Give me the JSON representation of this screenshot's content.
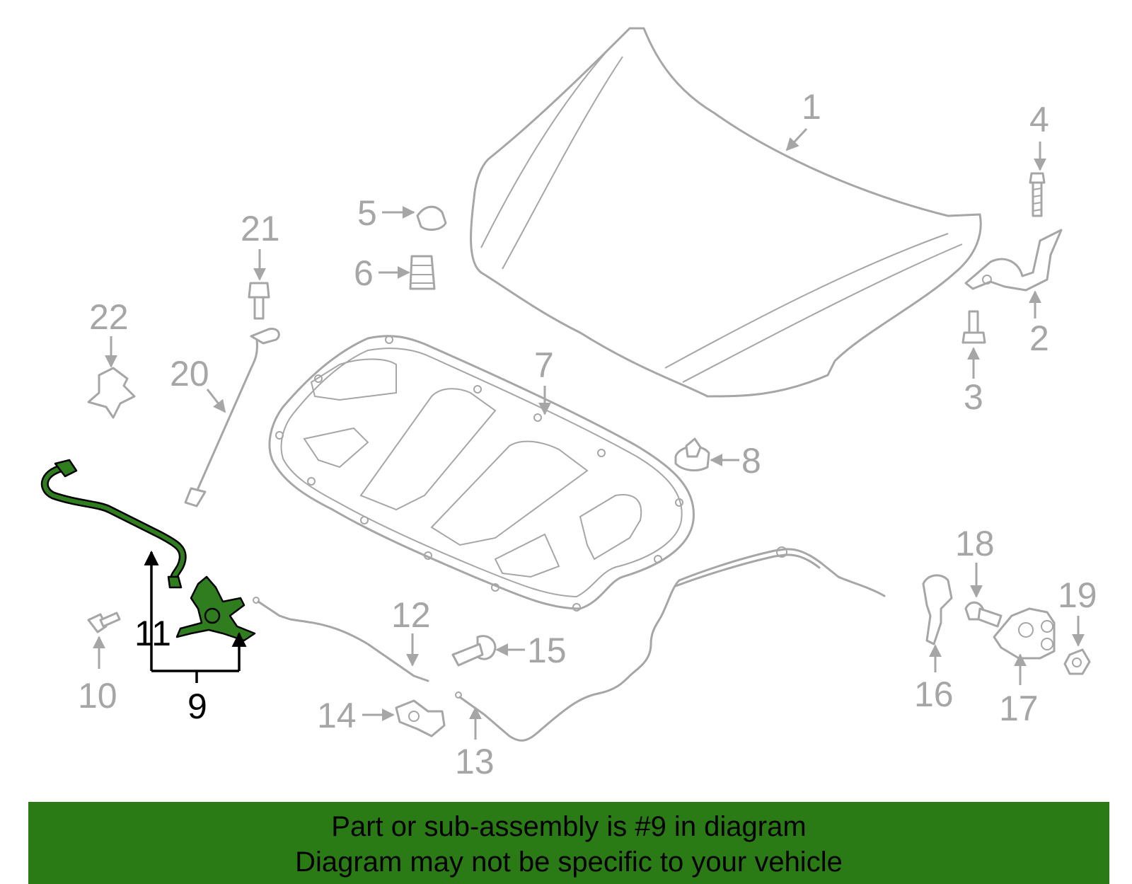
{
  "callouts": {
    "c1": "1",
    "c2": "2",
    "c3": "3",
    "c4": "4",
    "c5": "5",
    "c6": "6",
    "c7": "7",
    "c8": "8",
    "c9": "9",
    "c10": "10",
    "c11": "11",
    "c12": "12",
    "c13": "13",
    "c14": "14",
    "c15": "15",
    "c16": "16",
    "c17": "17",
    "c18": "18",
    "c19": "19",
    "c20": "20",
    "c21": "21",
    "c22": "22"
  },
  "highlighted_part": "9",
  "colors": {
    "highlight": "#2f7d1e",
    "banner": "#2a7a16",
    "line_gray": "#a6a6a6"
  },
  "banner": {
    "line1": "Part or sub-assembly is #9 in diagram",
    "line2": "Diagram may not be specific to your vehicle"
  }
}
